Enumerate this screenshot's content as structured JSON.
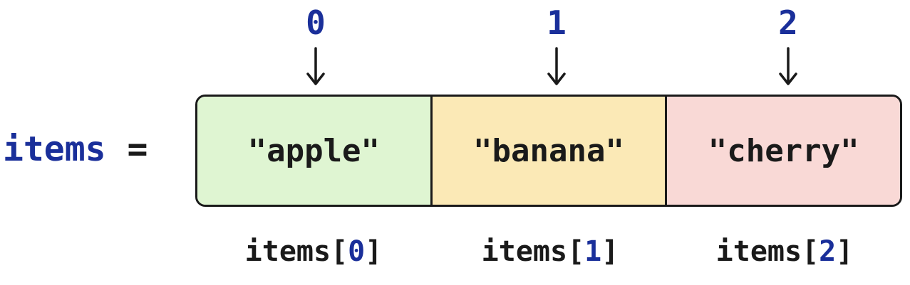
{
  "variable": {
    "name": "items",
    "equals": "="
  },
  "elements": [
    {
      "index": "0",
      "value": "\"apple\"",
      "access_prefix": "items[",
      "access_index": "0",
      "access_suffix": "]",
      "fill": "#dff5d2"
    },
    {
      "index": "1",
      "value": "\"banana\"",
      "access_prefix": "items[",
      "access_index": "1",
      "access_suffix": "]",
      "fill": "#fbe9b6"
    },
    {
      "index": "2",
      "value": "\"cherry\"",
      "access_prefix": "items[",
      "access_index": "2",
      "access_suffix": "]",
      "fill": "#f9d9d6"
    }
  ],
  "colors": {
    "index_text": "#1a2f9a",
    "outline": "#1a1a1a",
    "text": "#1a1a1a"
  }
}
